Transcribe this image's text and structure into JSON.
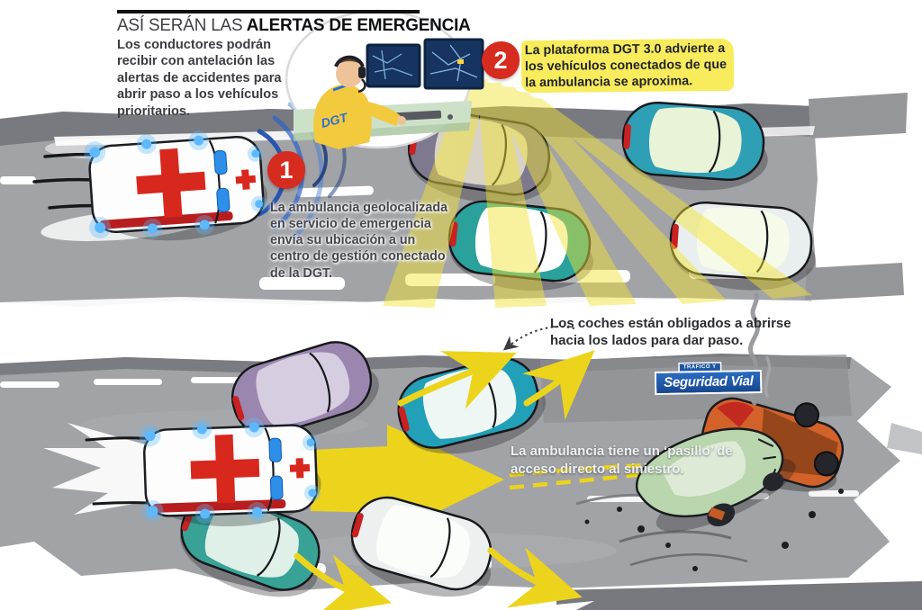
{
  "header": {
    "title_light": "ASÍ SERÁN LAS",
    "title_bold": " ALERTAS DE EMERGENCIA",
    "intro": "Los conductores podrán recibir con antelación las alertas de accidentes para abrir paso a los vehículos prioritarios."
  },
  "steps": [
    {
      "number": "1",
      "text": "La ambulancia geolocalizada en servicio de emergencia envía su ubicación a un centro de gestión conectado de la DGT."
    },
    {
      "number": "2",
      "text": "La plataforma DGT 3.0 advierte a los vehículos conectados de que la ambulancia se aproxima."
    }
  ],
  "callouts": {
    "open_lanes": "Los coches están obligados a abrirse hacia los lados para dar paso.",
    "corridor": "La ambulancia tiene un ‘pasillo’ de acceso directo al siniestro."
  },
  "control_center": {
    "shirt_label": "DGT"
  },
  "logo": {
    "small": "TRÁFICO Y",
    "main": "Seguridad Vial"
  },
  "colors": {
    "road": "#a2a3a7",
    "road_dark": "#77787d",
    "road_light": "#c6c7ca",
    "beam_yellow": "#f2e334",
    "arrow_yellow": "#ecd41d",
    "step_red": "#d62b1f",
    "ambulance_cross_red": "#d8281e",
    "emergency_light_blue": "#4db1ff",
    "car_teal": "#2ba39f",
    "car_purple": "#9a86ae",
    "car_white": "#eef2f1",
    "crash_green": "#b9d6ae",
    "crash_orange": "#d2622a",
    "logo_blue": "#1f57a4",
    "text_dark": "#3b3c3f"
  }
}
